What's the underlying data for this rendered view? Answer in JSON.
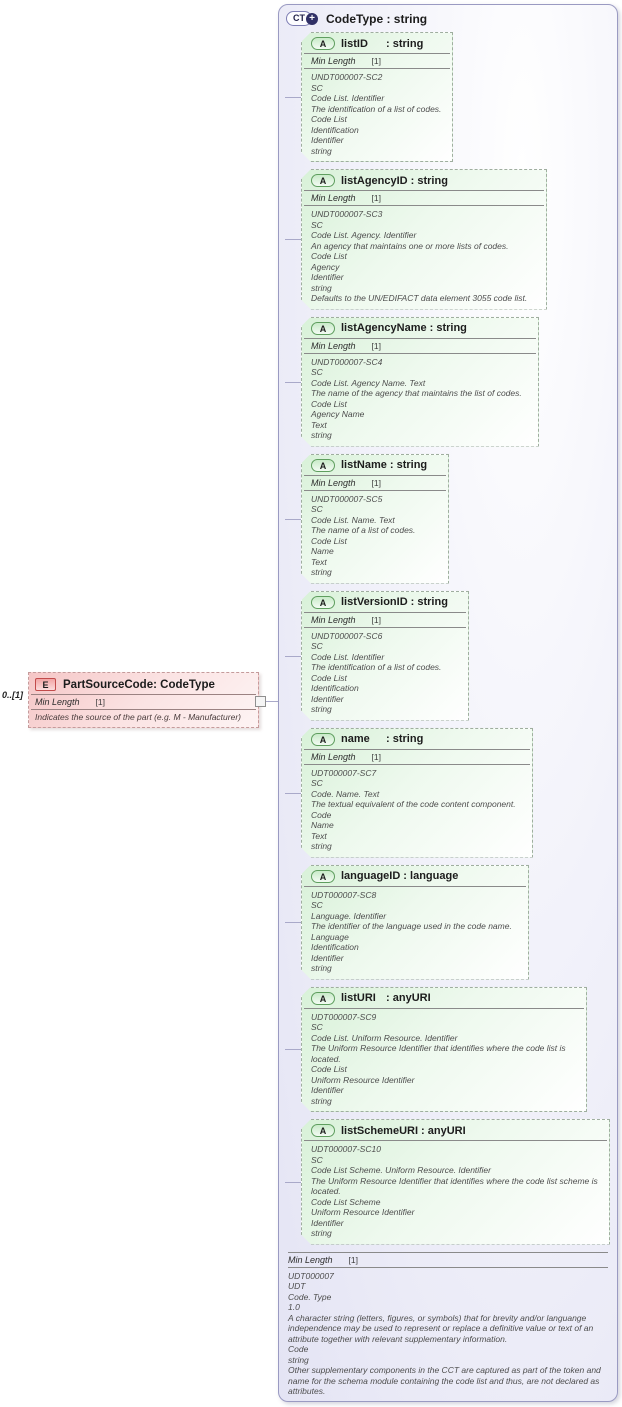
{
  "diagram": {
    "root_type": {
      "badge": "CT",
      "expand_icon": "+",
      "name": "CodeType",
      "type": "string",
      "facet": {
        "label": "Min Length",
        "value": "[1]"
      },
      "annotation": [
        "UDT000007",
        "UDT",
        "Code. Type",
        "1.0",
        "A character string (letters, figures, or symbols) that for brevity and/or languange independence may be used to represent or replace a definitive value or text of an attribute together with relevant supplementary information.",
        "Code",
        "string",
        "Other supplementary components in the CCT are captured as part of the token and name for the schema module containing the code list and thus, are not declared as attributes."
      ]
    },
    "element": {
      "badge": "E",
      "cardinality": "0..[1]",
      "name": "PartSourceCode",
      "type": "CodeType",
      "facet": {
        "label": "Min Length",
        "value": "[1]"
      },
      "annotation": [
        "Indicates the source of the part (e.g. M - Manufacturer)"
      ]
    },
    "attributes": [
      {
        "badge": "A",
        "name": "listID",
        "type": "string",
        "facet": {
          "label": "Min Length",
          "value": "[1]"
        },
        "annotation": [
          "UNDT000007-SC2",
          "SC",
          "Code List. Identifier",
          "The identification of a list of codes.",
          "Code List",
          "Identification",
          "Identifier",
          "string"
        ]
      },
      {
        "badge": "A",
        "name": "listAgencyID",
        "type": "string",
        "facet": {
          "label": "Min Length",
          "value": "[1]"
        },
        "annotation": [
          "UNDT000007-SC3",
          "SC",
          "Code List. Agency. Identifier",
          "An agency that maintains one or more lists of codes.",
          "Code List",
          "Agency",
          "Identifier",
          "string",
          "Defaults to the UN/EDIFACT data element 3055 code list."
        ]
      },
      {
        "badge": "A",
        "name": "listAgencyName",
        "type": "string",
        "facet": {
          "label": "Min Length",
          "value": "[1]"
        },
        "annotation": [
          "UNDT000007-SC4",
          "SC",
          "Code List. Agency Name. Text",
          "The name of the agency that maintains the list of codes.",
          "Code List",
          "Agency Name",
          "Text",
          "string"
        ]
      },
      {
        "badge": "A",
        "name": "listName",
        "type": "string",
        "facet": {
          "label": "Min Length",
          "value": "[1]"
        },
        "annotation": [
          "UNDT000007-SC5",
          "SC",
          "Code List. Name. Text",
          "The name of a list of codes.",
          "Code List",
          "Name",
          "Text",
          "string"
        ]
      },
      {
        "badge": "A",
        "name": "listVersionID",
        "type": "string",
        "facet": {
          "label": "Min Length",
          "value": "[1]"
        },
        "annotation": [
          "UNDT000007-SC6",
          "SC",
          "Code List. Identifier",
          "The identification of a list of codes.",
          "Code List",
          "Identification",
          "Identifier",
          "string"
        ]
      },
      {
        "badge": "A",
        "name": "name",
        "type": "string",
        "facet": {
          "label": "Min Length",
          "value": "[1]"
        },
        "annotation": [
          "UDT000007-SC7",
          "SC",
          "Code. Name. Text",
          "The textual equivalent of the code content component.",
          "Code",
          "Name",
          "Text",
          "string"
        ]
      },
      {
        "badge": "A",
        "name": "languageID",
        "type": "language",
        "annotation": [
          "UDT000007-SC8",
          "SC",
          "Language. Identifier",
          "The identifier of the language used in the code name.",
          "Language",
          "Identification",
          "Identifier",
          "string"
        ]
      },
      {
        "badge": "A",
        "name": "listURI",
        "type": "anyURI",
        "annotation": [
          "UDT000007-SC9",
          "SC",
          "Code List. Uniform Resource. Identifier",
          "The Uniform Resource Identifier that identifies where the code list is located.",
          "Code List",
          "Uniform Resource Identifier",
          "Identifier",
          "string"
        ]
      },
      {
        "badge": "A",
        "name": "listSchemeURI",
        "type": "anyURI",
        "annotation": [
          "UDT000007-SC10",
          "SC",
          "Code List Scheme. Uniform Resource. Identifier",
          "The Uniform Resource Identifier that identifies where the code list scheme is located.",
          "Code List Scheme",
          "Uniform Resource Identifier",
          "Identifier",
          "string"
        ]
      }
    ]
  }
}
